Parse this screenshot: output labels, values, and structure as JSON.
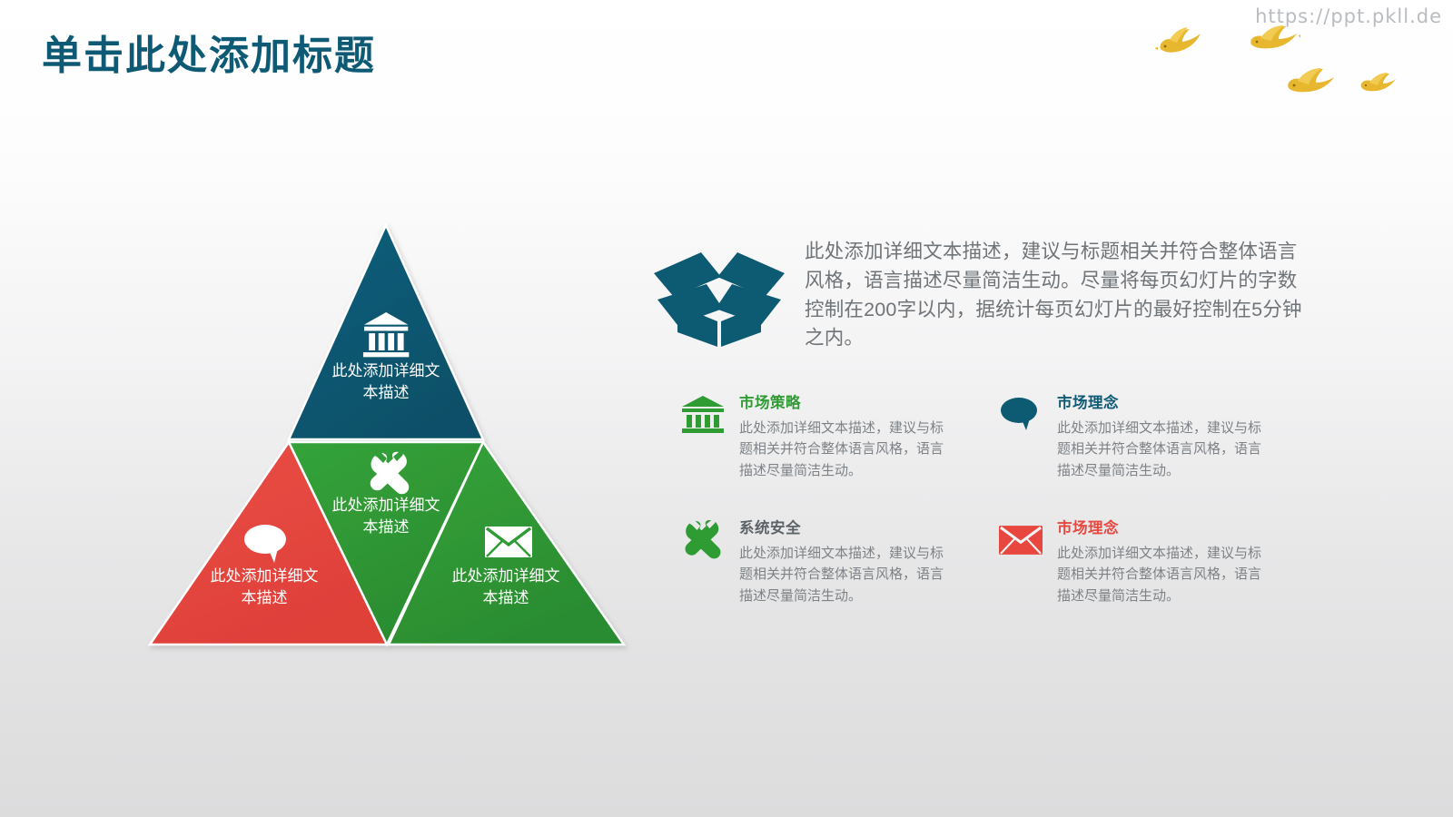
{
  "slide": {
    "title": "单击此处添加标题",
    "title_color": "#0e5a75",
    "background_top": "#ffffff",
    "background_bottom": "#dcdcdd"
  },
  "watermark": {
    "text": "https://ppt.pkll.de",
    "color": "#b9bcc0"
  },
  "decoration": {
    "birds_label": "flying-birds-decoration",
    "bird_color": "#e8b730",
    "bird_count": 4
  },
  "pyramid": {
    "segments": [
      {
        "id": "top",
        "icon": "bank-icon",
        "color": "#0d5a73",
        "text": "此处添加详细文\n本描述",
        "text_line1": "此处添加详细文",
        "text_line2": "本描述"
      },
      {
        "id": "middle",
        "icon": "tools-icon",
        "color": "#2e9b33",
        "text_line1": "此处添加详细文",
        "text_line2": "本描述"
      },
      {
        "id": "bottom-left",
        "icon": "chat-bubble-icon",
        "color": "#e8473f",
        "text_line1": "此处添加详细文",
        "text_line2": "本描述"
      },
      {
        "id": "bottom-right",
        "icon": "envelope-icon",
        "color": "#2e9b33",
        "text_line1": "此处添加详细文",
        "text_line2": "本描述"
      }
    ]
  },
  "description": {
    "icon": "open-box-icon",
    "icon_color": "#0d5a73",
    "text": "此处添加详细文本描述，建议与标题相关并符合整体语言风格，语言描述尽量简洁生动。尽量将每页幻灯片的字数控制在200字以内，据统计每页幻灯片的最好控制在5分钟之内。"
  },
  "features": [
    {
      "icon": "bank-icon",
      "icon_color": "#2e9b33",
      "title": "市场策略",
      "title_color": "#2e9b33",
      "desc": "此处添加详细文本描述，建议与标题相关并符合整体语言风格，语言描述尽量简洁生动。"
    },
    {
      "icon": "chat-bubble-icon",
      "icon_color": "#0d5a73",
      "title": "市场理念",
      "title_color": "#0d5a73",
      "desc": "此处添加详细文本描述，建议与标题相关并符合整体语言风格，语言描述尽量简洁生动。"
    },
    {
      "icon": "tools-icon",
      "icon_color": "#2e9b33",
      "title": "系统安全",
      "title_color": "#5c6368",
      "desc": "此处添加详细文本描述，建议与标题相关并符合整体语言风格，语言描述尽量简洁生动。"
    },
    {
      "icon": "envelope-icon",
      "icon_color": "#e8473f",
      "title": "市场理念",
      "title_color": "#e8473f",
      "desc": "此处添加详细文本描述，建议与标题相关并符合整体语言风格，语言描述尽量简洁生动。"
    }
  ]
}
